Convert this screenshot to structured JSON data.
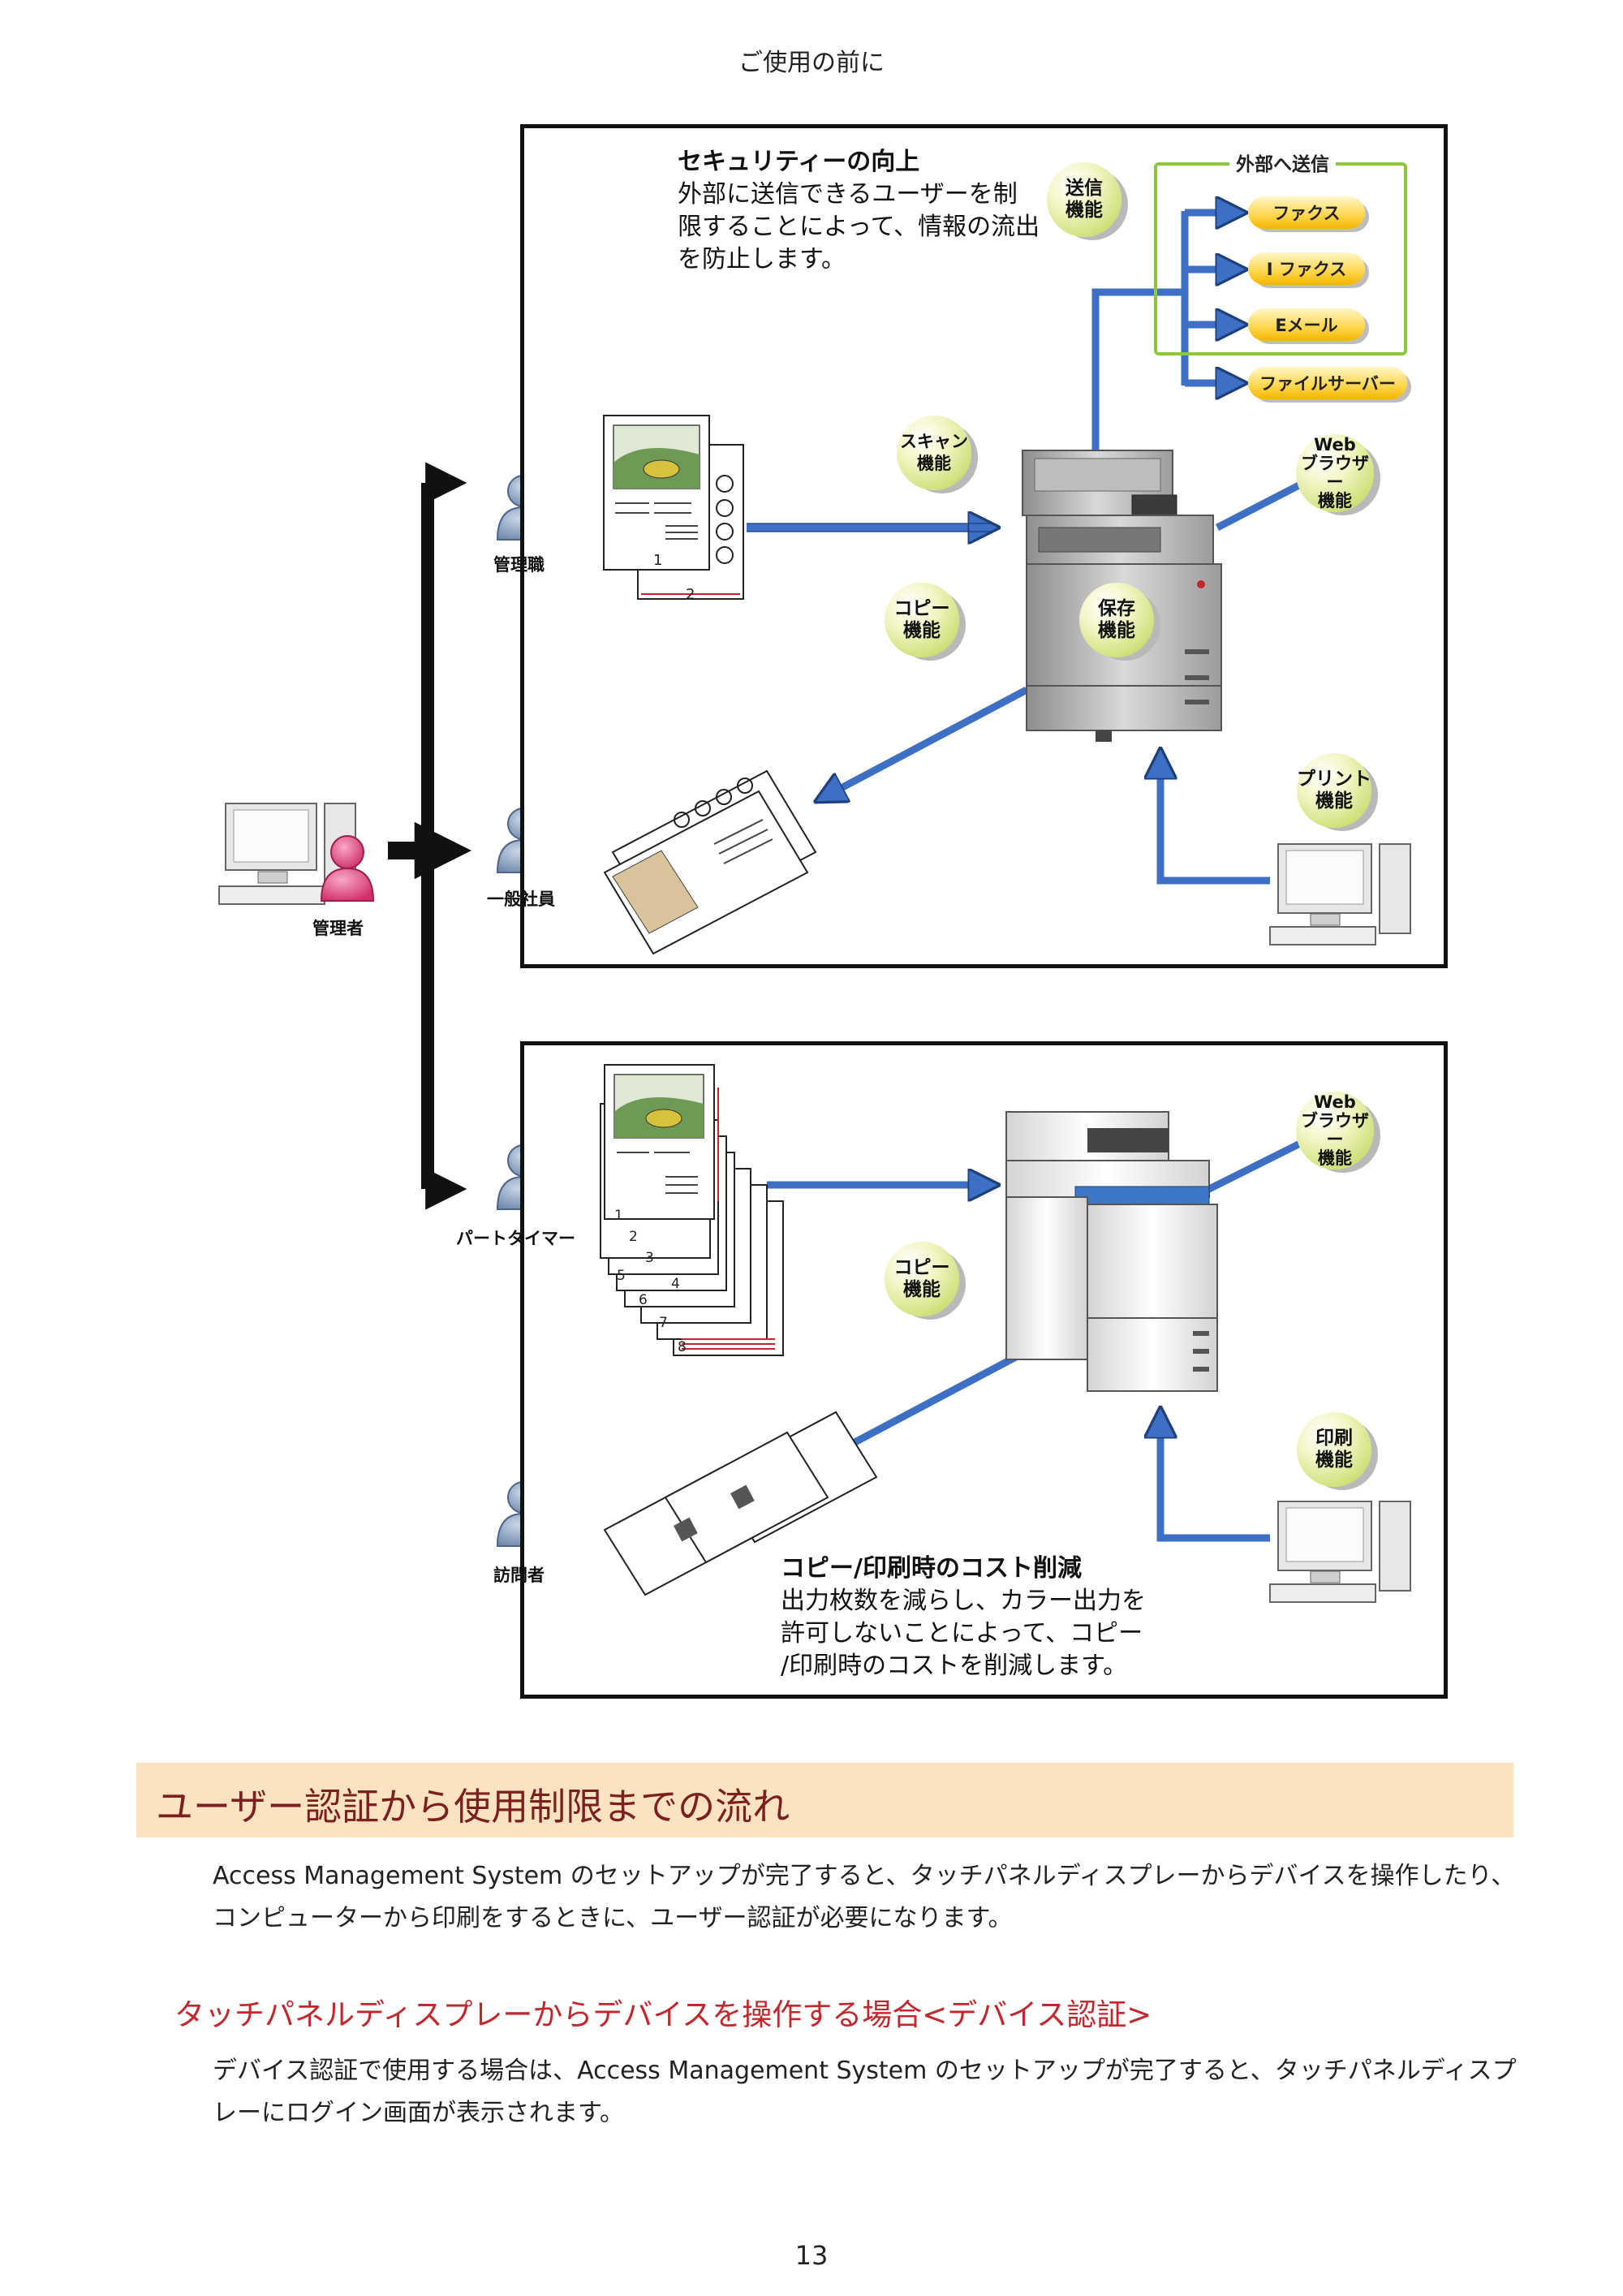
{
  "header": {
    "title": "ご使用の前に"
  },
  "diagram": {
    "people": {
      "admin": "管理者",
      "manager": "管理職",
      "employee": "一般社員",
      "parttimer": "パートタイマー",
      "visitor": "訪問者"
    },
    "top_panel": {
      "title": "セキュリティーの向上",
      "lines": [
        "外部に送信できるユーザーを制",
        "限することによって、情報の流出",
        "を防止します。"
      ],
      "send_badge": [
        "送信",
        "機能"
      ],
      "external_label": "外部へ送信",
      "destinations": [
        "ファクス",
        "I ファクス",
        "Eメール",
        "ファイルサーバー"
      ],
      "scan_badge": [
        "スキャン",
        "機能"
      ],
      "web_badge": [
        "Web",
        "ブラウザー",
        "機能"
      ],
      "copy_badge": [
        "コピー",
        "機能"
      ],
      "store_badge": [
        "保存",
        "機能"
      ],
      "print_badge": [
        "プリント",
        "機能"
      ],
      "page_numbers": [
        "1",
        "2"
      ]
    },
    "bottom_panel": {
      "web_badge": [
        "Web",
        "ブラウザー",
        "機能"
      ],
      "copy_badge": [
        "コピー",
        "機能"
      ],
      "print_badge": [
        "印刷",
        "機能"
      ],
      "title": "コピー/印刷時のコスト削減",
      "lines": [
        "出力枚数を減らし、カラー出力を",
        "許可しないことによって、コピー",
        "/印刷時のコストを削減します。"
      ],
      "page_numbers": [
        "1",
        "2",
        "3",
        "4",
        "5",
        "6",
        "7",
        "8"
      ]
    }
  },
  "section": {
    "title": "ユーザー認証から使用制限までの流れ",
    "para1": [
      "Access Management System のセットアップが完了すると、タッチパネルディスプレーからデバイスを操作したり、",
      "コンピューターから印刷をするときに、ユーザー認証が必要になります。"
    ],
    "subheading": "タッチパネルディスプレーからデバイスを操作する場合<デバイス認証>",
    "para2": [
      "デバイス認証で使用する場合は、Access Management System のセットアップが完了すると、タッチパネルディスプ",
      "レーにログイン画面が表示されます。"
    ]
  },
  "page_number": "13",
  "colors": {
    "arrow_blue": "#3d6fc4",
    "badge_green": "#cfe07a",
    "section_bg": "#fbe3c2",
    "section_title": "#7b1f1f",
    "subhead": "#c1272d",
    "admin_pink": "#e0457b",
    "person_blue": "#7d97b8"
  }
}
